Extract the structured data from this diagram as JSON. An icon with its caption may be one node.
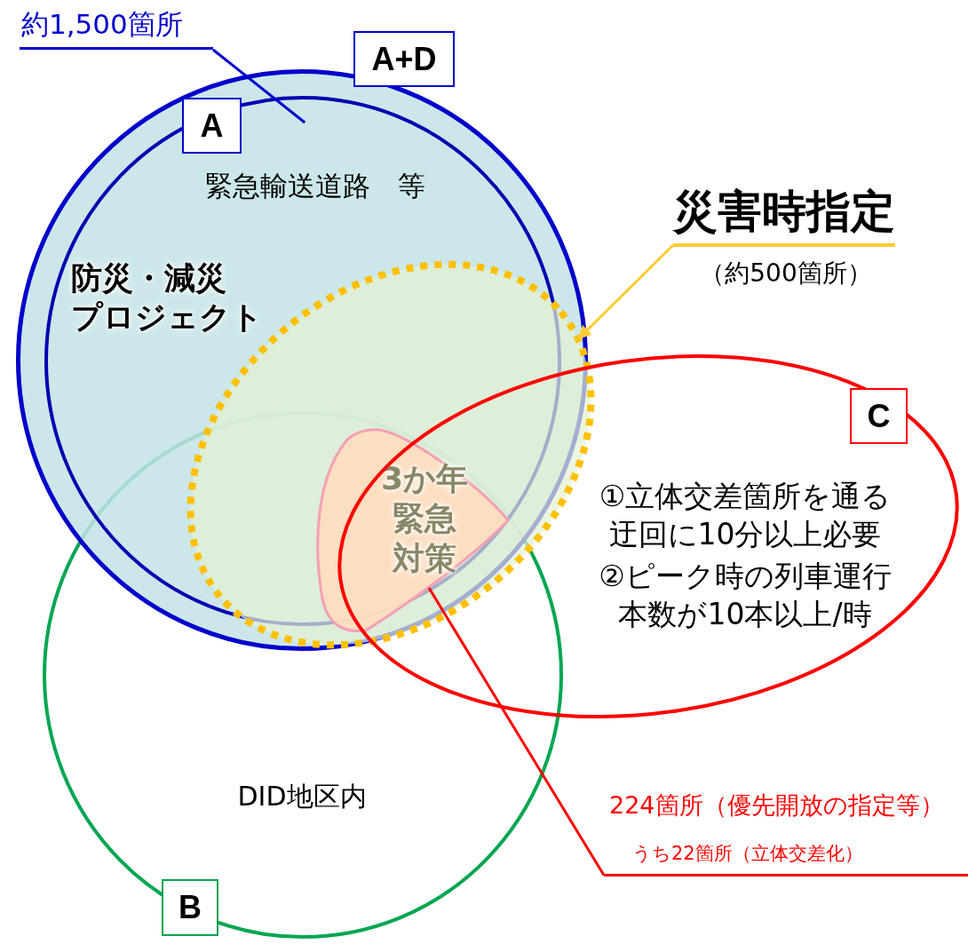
{
  "diagram": {
    "nodes": [
      {
        "text": [
          "約1,500箇所"
        ]
      },
      {
        "text": [
          "A+D"
        ]
      },
      {
        "text": [
          "A",
          "緊急輸送道路　等",
          "防災・減災プロジェクト"
        ],
        "in": 1
      },
      {
        "text": [
          "災害時指定",
          "（約500箇所）"
        ]
      },
      {
        "text": [],
        "shape": "ellipse",
        "in": 1
      },
      {
        "text": [
          "C",
          "①立体交差箇所を通る迂回に10分以上必要",
          "②ピーク時の列車運行本数が10本以上/時"
        ]
      },
      {
        "text": [
          "3か年緊急対策"
        ]
      },
      {
        "text": [
          "B",
          "DID地区内"
        ]
      },
      {
        "text": [
          "224箇所（優先開放の指定等）",
          "うち22箇所（立体交差化）"
        ]
      }
    ],
    "edges": [
      {
        "from": 0,
        "to": 1,
        "arrow": "none",
        "color": "#0000cc"
      },
      {
        "from": 3,
        "to": 4,
        "arrow": "to",
        "color": "#ffcc33"
      },
      {
        "from": 8,
        "to": 6,
        "arrow": "none",
        "color": "#ff0000"
      }
    ]
  }
}
